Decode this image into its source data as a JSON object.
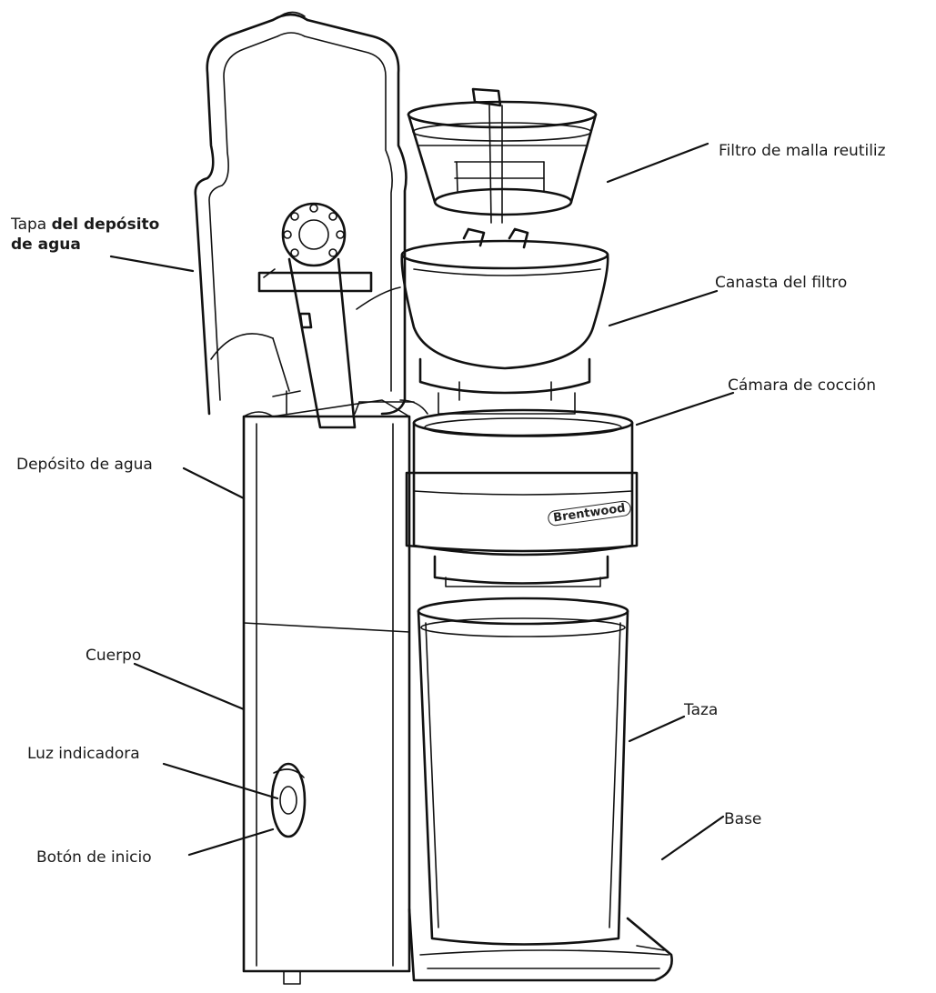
{
  "brand": {
    "text": "Brentwood"
  },
  "labels": {
    "filtro_malla": "Filtro de malla reutiliz",
    "tapa_line1_a": "Tapa ",
    "tapa_line1_b": "del depósito",
    "tapa_line2": "de agua",
    "canasta": "Canasta del filtro",
    "camara": "Cámara de cocción",
    "deposito": "Depósito de agua",
    "cuerpo": "Cuerpo",
    "taza": "Taza",
    "luz": "Luz indicadora",
    "base": "Base",
    "boton": "Botón de inicio"
  },
  "colors": {
    "line": "#111111",
    "background": "#ffffff",
    "text": "#1a1a1a"
  }
}
